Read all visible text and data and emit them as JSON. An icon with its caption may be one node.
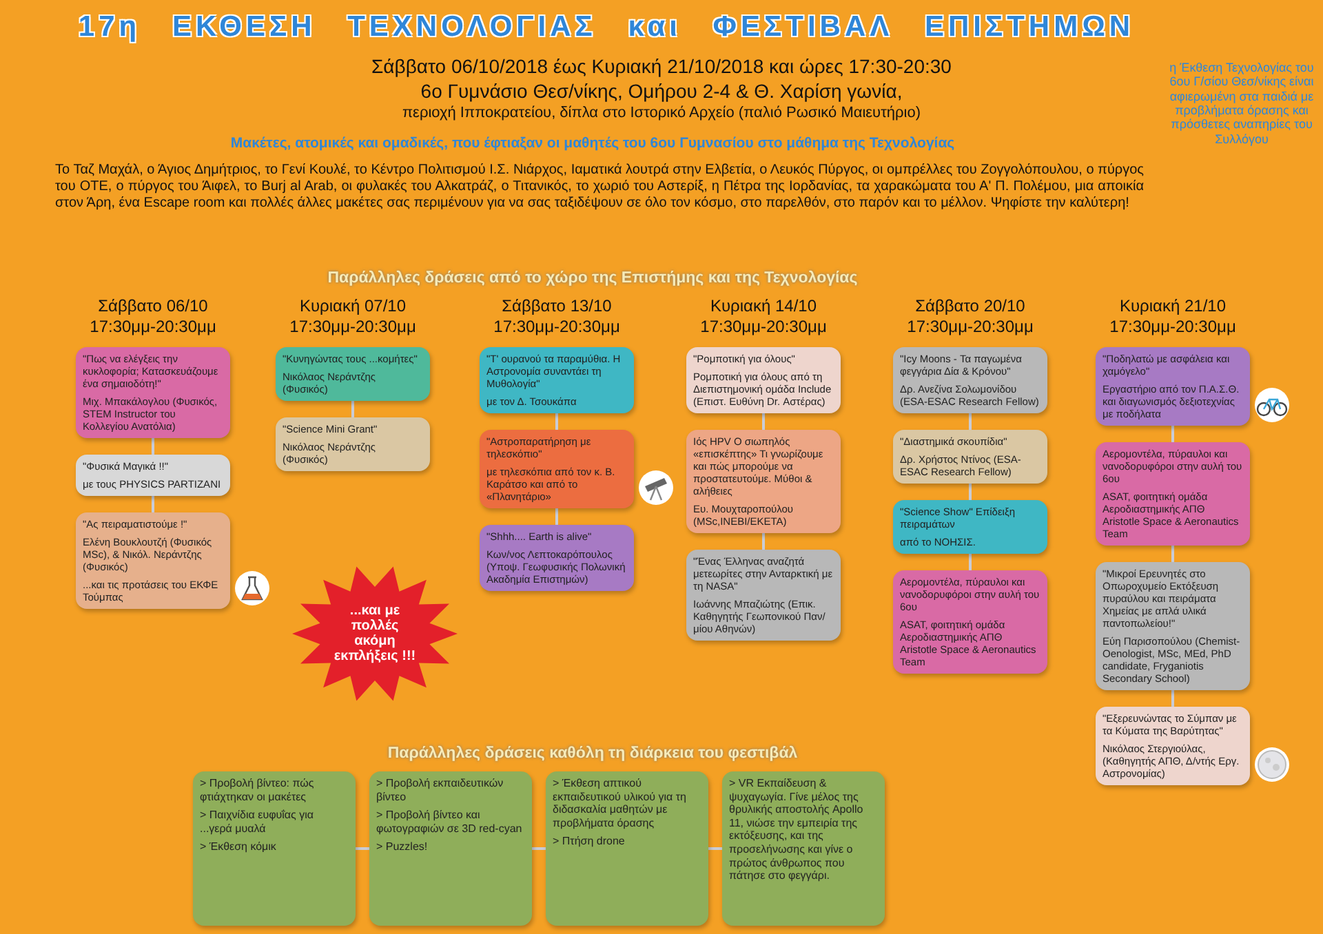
{
  "diagram": {
    "title": "17η ΕΚΘΕΣΗ ΤΕΧΝΟΛΟΓΙΑΣ και ΦΕΣΤΙΒΑΛ ΕΠΙΣΤΗΜΩΝ",
    "nodes": [
      {
        "text": [
          "\"Πως να ελέγξεις την κυκλοφορία; Κατασκευάζουμε ένα σημαιοδότη!\"",
          "Μιχ. Μπακάλογλου (Φυσικός, STEM Instructor του Κολλεγίου Ανατόλια)"
        ]
      },
      {
        "text": [
          "\"Φυσικά Μαγικά !!\"",
          "με τους PHYSICS PARTIZANI"
        ]
      },
      {
        "text": [
          "\"Ας πειραματιστούμε !\"",
          "Ελένη Βουκλουτζή (Φυσικός MSc), & Νικόλ. Νεράντζης (Φυσικός)",
          "...και τις προτάσεις του ΕΚΦΕ Τούμπας"
        ]
      },
      {
        "text": [
          "\"Κυνηγώντας τους ...κομήτες\"",
          "Νικόλαος Νεράντζης (Φυσικός)"
        ]
      },
      {
        "text": [
          "\"Science Mini Grant\"",
          "Νικόλαος Νεράντζης (Φυσικός)"
        ]
      },
      {
        "text": [
          "\"Τ' ουρανού τα παραμύθια. Η Αστρονομία συναντάει τη Μυθολογία\"",
          "με τον Δ. Τσουκάπα"
        ]
      },
      {
        "text": [
          "\"Αστροπαρατήρηση με τηλεσκόπιο\"",
          "με τηλεσκόπια από τον κ. Β. Καράτσο και από το «Πλανητάριο»"
        ]
      },
      {
        "text": [
          "\"Shhh.... Earth is alive\"",
          "Κων/νος Λεπτοκαρόπουλος (Υποψ. Γεωφυσικής Πολωνική Ακαδημία Επιστημών)"
        ]
      },
      {
        "text": [
          "\"Ρομποτική για όλους\"",
          "Ρομποτική για όλους από τη Διεπιστημονική ομάδα Include (Επιστ. Ευθύνη Dr. Αστέρας)"
        ]
      },
      {
        "text": [
          "Ιός HPV Ο σιωπηλός «επισκέπτης» Τι γνωρίζουμε και πώς μπορούμε να προστατευτούμε. Μύθοι & αλήθειες",
          "Ευ. Μουχταροπούλου (MSc,INEBI/EKETA)"
        ]
      },
      {
        "text": [
          "\"Ένας Έλληνας αναζητά μετεωρίτες στην Ανταρκτική με τη NASA\"",
          "Ιωάννης Μπαζιώτης (Επικ. Καθηγητής Γεωπονικού Παν/μίου Αθηνών)"
        ]
      },
      {
        "text": [
          "\"Icy Moons - Τα παγωμένα φεγγάρια Δία & Κρόνου\"",
          "Δρ. Ανεζίνα Σολωμονίδου (ESA-ESAC Research Fellow)"
        ]
      },
      {
        "text": [
          "\"Διαστημικά σκουπίδια\"",
          "Δρ. Χρήστος Ντίνος (ESA-ESAC Research Fellow)"
        ]
      },
      {
        "text": [
          "\"Science Show\" Επίδειξη πειραμάτων",
          "από το ΝΟΗΣΙΣ."
        ]
      },
      {
        "text": [
          "Αερομοντέλα, πύραυλοι και νανοδορυφόροι στην αυλή του 6ου",
          "ASAT, φοιτητική ομάδα Αεροδιαστημικής ΑΠΘ Aristotle Space & Aeronautics Team"
        ]
      },
      {
        "text": [
          "\"Ποδηλατώ με ασφάλεια και χαμόγελο\"",
          "Εργαστήριο από τον Π.Α.Σ.Θ. και διαγωνισμός δεξιοτεχνίας με ποδήλατα"
        ]
      },
      {
        "text": [
          "Αερομοντέλα, πύραυλοι και νανοδορυφόροι στην αυλή του 6ου",
          "ASAT, φοιτητική ομάδα Αεροδιαστημικής ΑΠΘ Aristotle Space & Aeronautics Team"
        ]
      },
      {
        "text": [
          "\"Μικροί Ερευνητές στο Οπωροχυμείο Εκτόξευση πυραύλου και πειράματα Χημείας με απλά υλικά παντοπωλείου!\"",
          "Εύη Παρισοπούλου (Chemist-Oenologist, MSc, MEd, PhD candidate, Fryganiotis Secondary School)"
        ]
      },
      {
        "text": [
          "\"Εξερευνώντας το Σύμπαν με τα Κύματα της Βαρύτητας\"",
          "Νικόλαος Στεργιούλας, (Καθηγητής ΑΠΘ, Δ/ντής Εργ. Αστρονομίας)"
        ]
      },
      {
        "text": [
          "...και με πολλές ακόμη εκπλήξεις !!!"
        ]
      },
      {
        "text": [
          "> Προβολή βίντεο: πώς φτιάχτηκαν οι μακέτες",
          "> Παιχνίδια ευφυΐας για ...γερά μυαλά",
          "> Έκθεση κόμικ"
        ]
      },
      {
        "text": [
          "> Προβολή εκπαιδευτικών βίντεο",
          "> Προβολή βίντεο και φωτογραφιών σε 3D red-cyan",
          "> Puzzles!"
        ]
      },
      {
        "text": [
          "> Έκθεση απτικού εκπαιδευτικού υλικού για τη διδασκαλία μαθητών με προβλήματα όρασης",
          "> Πτήση drone"
        ]
      },
      {
        "text": [
          "> VR Εκπαίδευση & ψυχαγωγία. Γίνε μέλος της θρυλικής αποστολής Apollo 11, νιώσε την εμπειρία της εκτόξευσης, και της προσελήνωσης και γίνε ο πρώτος άνθρωπος που πάτησε στο φεγγάρι."
        ]
      }
    ],
    "edges": [
      {
        "from": 0,
        "to": 1,
        "arrow": "none"
      },
      {
        "from": 1,
        "to": 2,
        "arrow": "none"
      },
      {
        "from": 3,
        "to": 4,
        "arrow": "none"
      },
      {
        "from": 5,
        "to": 6,
        "arrow": "none"
      },
      {
        "from": 6,
        "to": 7,
        "arrow": "none"
      },
      {
        "from": 8,
        "to": 9,
        "arrow": "none"
      },
      {
        "from": 9,
        "to": 10,
        "arrow": "none"
      },
      {
        "from": 11,
        "to": 12,
        "arrow": "none"
      },
      {
        "from": 12,
        "to": 13,
        "arrow": "none"
      },
      {
        "from": 13,
        "to": 14,
        "arrow": "none"
      },
      {
        "from": 15,
        "to": 16,
        "arrow": "none"
      },
      {
        "from": 16,
        "to": 17,
        "arrow": "none"
      },
      {
        "from": 17,
        "to": 18,
        "arrow": "none"
      },
      {
        "from": 20,
        "to": 21,
        "arrow": "none"
      },
      {
        "from": 21,
        "to": 22,
        "arrow": "none"
      },
      {
        "from": 22,
        "to": 23,
        "arrow": "none"
      }
    ],
    "labels": [
      "Σάββατο 06/10/2018 έως Κυριακή 21/10/2018 και ώρες 17:30-20:30",
      "6ο Γυμνάσιο Θεσ/νίκης, Ομήρου 2-4 & Θ. Χαρίση γωνία,",
      "περιοχή Ιπποκρατείου, δίπλα στο Ιστορικό Αρχείο (παλιό Ρωσικό Μαιευτήριο)",
      "η Έκθεση Τεχνολογίας του 6ου Γ/σίου Θεσ/νίκης είναι αφιερωμένη στα παιδιά με προβλήματα όρασης και πρόσθετες αναπηρίες του Συλλόγου",
      "Μακέτες, ατομικές και ομαδικές, που έφτιαξαν οι μαθητές του 6ου Γυμνασίου στο μάθημα της Τεχνολογίας",
      "Το Ταζ Μαχάλ, ο Άγιος Δημήτριος, το Γενί Κουλέ, το Κέντρο Πολιτισμού Ι.Σ. Νιάρχος, Ιαματικά λουτρά στην Ελβετία, ο Λευκός Πύργος, οι ομπρέλλες του Ζογγολόπουλου, ο πύργος του ΟΤΕ, ο πύργος του Άιφελ, το Burj al Arab, οι φυλακές του Αλκατράζ, ο Τιτανικός, το χωριό του Αστερίξ, η Πέτρα της Ιορδανίας, τα χαρακώματα του Α' Π. Πολέμου, μια αποικία στον Άρη, ένα Escape room και πολλές άλλες μακέτες σας περιμένουν για να σας ταξιδέψουν σε όλο τον κόσμο, στο παρελθόν, στο παρόν και το μέλλον. Ψηφίστε την καλύτερη!",
      "Παράλληλες δράσεις από το χώρο της Επιστήμης και της Τεχνολογίας",
      "Σάββατο 06/10",
      "17:30μμ-20:30μμ",
      "Κυριακή 07/10",
      "17:30μμ-20:30μμ",
      "Σάββατο 13/10",
      "17:30μμ-20:30μμ",
      "Κυριακή 14/10",
      "17:30μμ-20:30μμ",
      "Σάββατο 20/10",
      "17:30μμ-20:30μμ",
      "Κυριακή 21/10",
      "17:30μμ-20:30μμ",
      "Παράλληλες δράσεις καθόλη τη διάρκεια του φεστιβάλ"
    ]
  }
}
